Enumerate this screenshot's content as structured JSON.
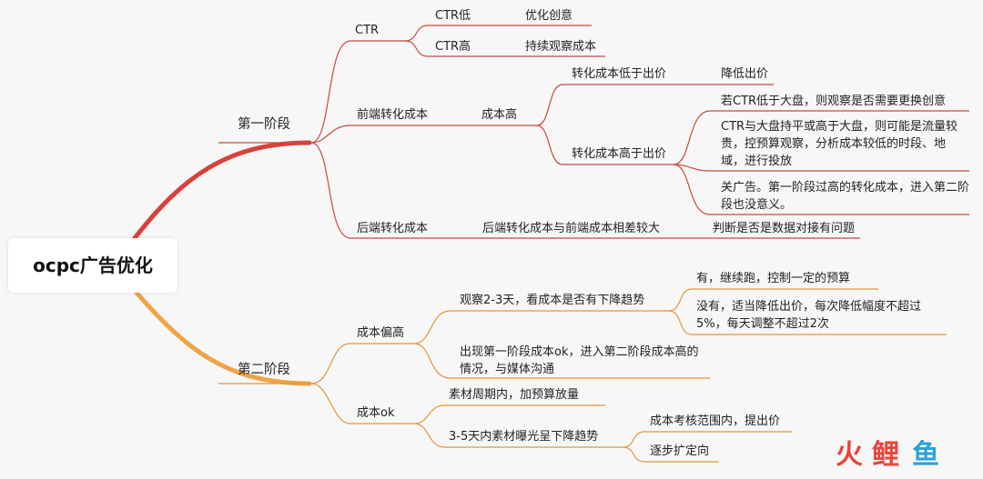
{
  "root": {
    "label": "ocpc广告优化"
  },
  "stage1": {
    "label": "第一阶段",
    "ctr": {
      "label": "CTR",
      "low": {
        "label": "CTR低",
        "action": "优化创意"
      },
      "high": {
        "label": "CTR高",
        "action": "持续观察成本"
      }
    },
    "front": {
      "label": "前端转化成本",
      "high_cost": "成本高",
      "below_bid": {
        "label": "转化成本低于出价",
        "action": "降低出价"
      },
      "above_bid": {
        "label": "转化成本高于出价",
        "opt1": "若CTR低于大盘，则观察是否需要更换创意",
        "opt2": "CTR与大盘持平或高于大盘，则可能是流量较贵，控预算观察，分析成本较低的时段、地域，进行投放",
        "opt3": "关广告。第一阶段过高的转化成本，进入第二阶段也没意义。"
      }
    },
    "back": {
      "label": "后端转化成本",
      "diff": "后端转化成本与前端成本相差较大",
      "check": "判断是否是数据对接有问题"
    }
  },
  "stage2": {
    "label": "第二阶段",
    "cost_high": {
      "label": "成本偏高",
      "observe": {
        "label": "观察2-3天，看成本是否有下降趋势",
        "yes": "有，继续跑，控制一定的预算",
        "no": "没有，适当降低出价，每次降低幅度不超过5%，每天调整不超过2次"
      },
      "first_ok": "出现第一阶段成本ok，进入第二阶段成本高的情况，与媒体沟通"
    },
    "cost_ok": {
      "label": "成本ok",
      "budget": "素材周期内，加预算放量",
      "decline": {
        "label": "3-5天内素材曝光呈下降趋势",
        "raise_bid": "成本考核范围内，提出价",
        "expand": "逐步扩定向"
      }
    }
  },
  "watermark": {
    "c1": "火",
    "c2": "鲤",
    "c3": "鱼"
  },
  "colors": {
    "stage1_branch": "#d9403a",
    "stage2_branch": "#eea447",
    "line": "#c64a3e"
  }
}
